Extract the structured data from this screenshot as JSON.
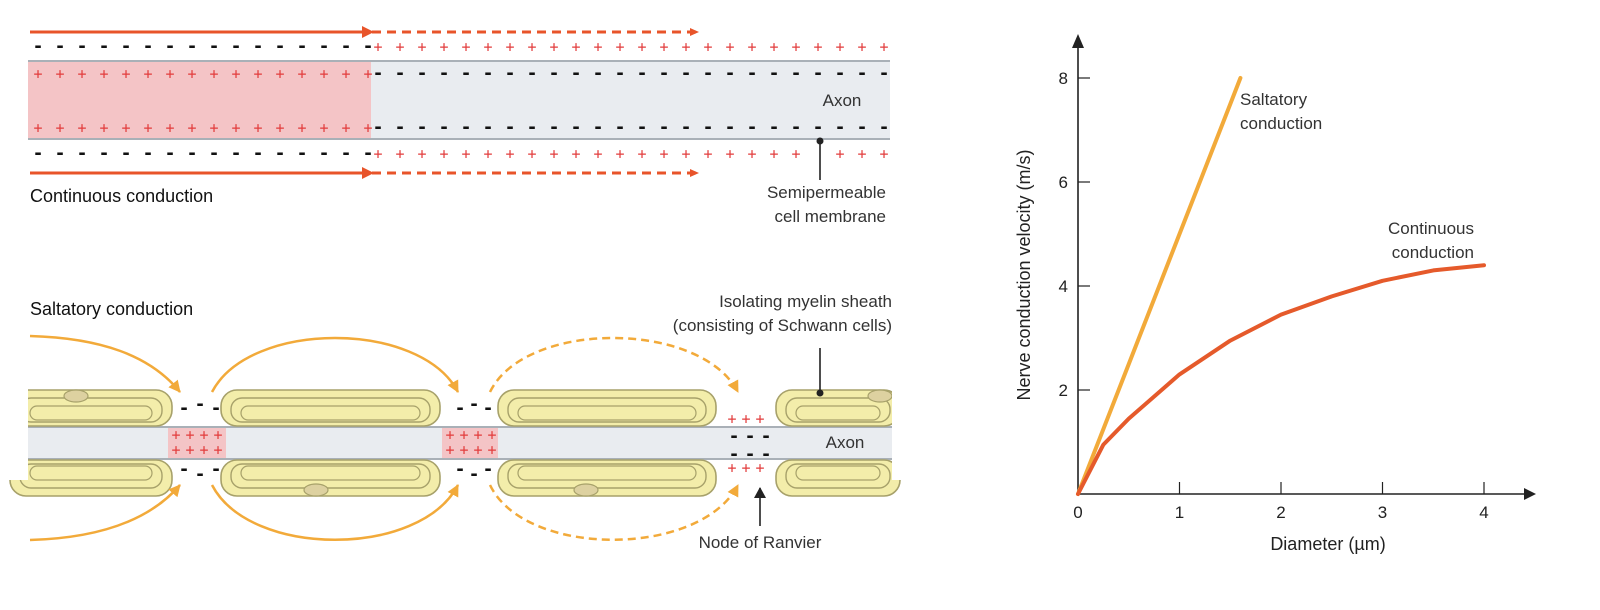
{
  "diagram": {
    "continuous": {
      "title": "Continuous conduction",
      "axon_label": "Axon",
      "membrane_label_line1": "Semipermeable",
      "membrane_label_line2": "cell membrane"
    },
    "saltatory": {
      "title": "Saltatory conduction",
      "axon_label": "Axon",
      "myelin_label_line1": "Isolating myelin sheath",
      "myelin_label_line2": "(consisting of Schwann cells)",
      "node_label": "Node of Ranvier"
    },
    "charges": {
      "plus": "+",
      "minus": "-"
    }
  },
  "chart_data": {
    "type": "line",
    "xlabel": "Diameter (µm)",
    "ylabel": "Nerve conduction velocity (m/s)",
    "xlim": [
      0,
      4.5
    ],
    "ylim": [
      0,
      8.5
    ],
    "xticks": [
      0,
      1,
      2,
      3,
      4
    ],
    "yticks": [
      2,
      4,
      6,
      8
    ],
    "series": [
      {
        "name": "Saltatory conduction",
        "color": "#f2aa3a",
        "x": [
          0,
          0.5,
          1.0,
          1.5,
          1.6
        ],
        "y": [
          0,
          2.5,
          5.0,
          7.5,
          8.0
        ]
      },
      {
        "name": "Continuous conduction",
        "color": "#e55a2b",
        "x": [
          0,
          0.25,
          0.5,
          1.0,
          1.5,
          2.0,
          2.5,
          3.0,
          3.5,
          4.0
        ],
        "y": [
          0,
          0.95,
          1.45,
          2.3,
          2.95,
          3.45,
          3.8,
          4.1,
          4.3,
          4.4
        ]
      }
    ],
    "series_labels": [
      {
        "line1": "Saltatory",
        "line2": "conduction"
      },
      {
        "line1": "Continuous",
        "line2": "conduction"
      }
    ]
  }
}
